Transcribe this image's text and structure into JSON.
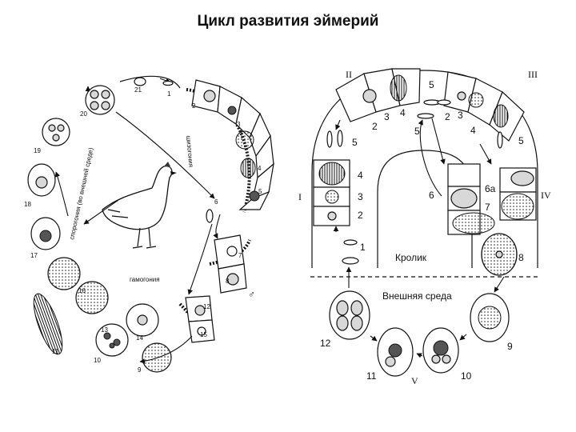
{
  "title": "Цикл развития эймерий",
  "left_diagram": {
    "stage_numbers": [
      "1",
      "2",
      "3",
      "4",
      "5",
      "6",
      "7",
      "8",
      "9",
      "10",
      "11",
      "12",
      "13",
      "14",
      "15",
      "16",
      "17",
      "18",
      "19",
      "20",
      "21"
    ],
    "labels": {
      "schizogony": "шизогония",
      "gamogony": "гамогония",
      "sporogony": "спорогония (во внешней среде)",
      "male_symbol": "♂"
    }
  },
  "right_diagram": {
    "roman_numerals": [
      "I",
      "II",
      "III",
      "IV",
      "V"
    ],
    "stage_numbers": [
      "1",
      "2",
      "3",
      "4",
      "5",
      "6",
      "6а",
      "7",
      "8",
      "9",
      "10",
      "11",
      "12"
    ],
    "labels": {
      "host": "Кролик",
      "environment": "Внешняя среда"
    }
  }
}
